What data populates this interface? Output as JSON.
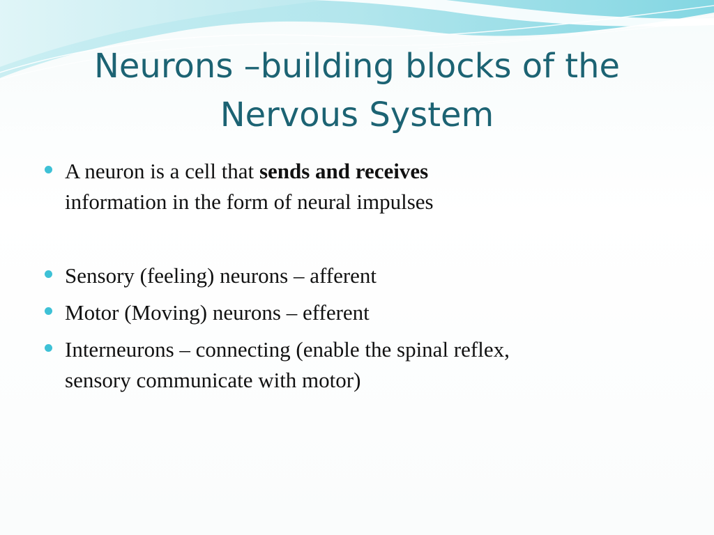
{
  "slide": {
    "title_line1": "Neurons –building blocks of the",
    "title_line2": "Nervous System",
    "bullets": [
      {
        "pre": "A neuron is a cell that ",
        "bold": "sends and receives",
        "post": "information in the form of neural impulses"
      },
      {
        "text": "Sensory (feeling) neurons – afferent"
      },
      {
        "text": "Motor (Moving) neurons – efferent"
      },
      {
        "line1": "Interneurons – connecting (enable the spinal reflex,",
        "line2": "sensory communicate with motor)"
      }
    ]
  },
  "colors": {
    "title": "#1c6373",
    "bullet": "#3ec1d6",
    "wave_light": "#c9eef2",
    "wave_mid": "#8fd8e2",
    "text": "#111111"
  },
  "icons": {
    "bullet": "bullet-dot-icon"
  }
}
